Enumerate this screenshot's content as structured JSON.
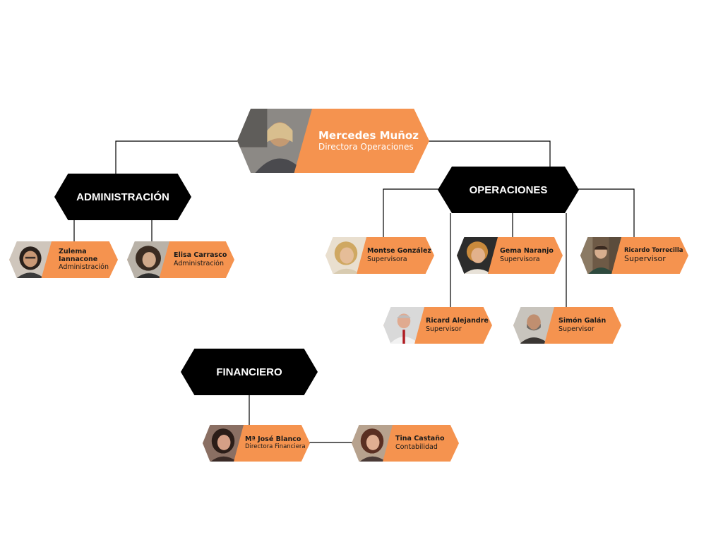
{
  "director": {
    "name": "Mercedes Muñoz",
    "role": "Directora Operaciones"
  },
  "departments": {
    "administracion": "ADMINISTRACIÓN",
    "operaciones": "OPERACIONES",
    "financiero": "FINANCIERO"
  },
  "people": {
    "zulema": {
      "name": "Zulema Iannacone",
      "role": "Administración"
    },
    "elisa": {
      "name": "Elisa Carrasco",
      "role": "Administración"
    },
    "montse": {
      "name": "Montse González",
      "role": "Supervisora"
    },
    "gema": {
      "name": "Gema Naranjo",
      "role": "Supervisora"
    },
    "ricardo_t": {
      "name": "Ricardo Torrecilla",
      "role": "Supervisor"
    },
    "ricard_a": {
      "name": "Ricard Alejandre",
      "role": "Supervisor"
    },
    "simon": {
      "name": "Simón Galán",
      "role": "Supervisor"
    },
    "mjose": {
      "name": "Mª José Blanco",
      "role": "Directora Financiera"
    },
    "tina": {
      "name": "Tina Castaño",
      "role": "Contabilidad"
    }
  },
  "colors": {
    "card": "#f5934f",
    "department": "#000000",
    "connector": "#000000"
  }
}
